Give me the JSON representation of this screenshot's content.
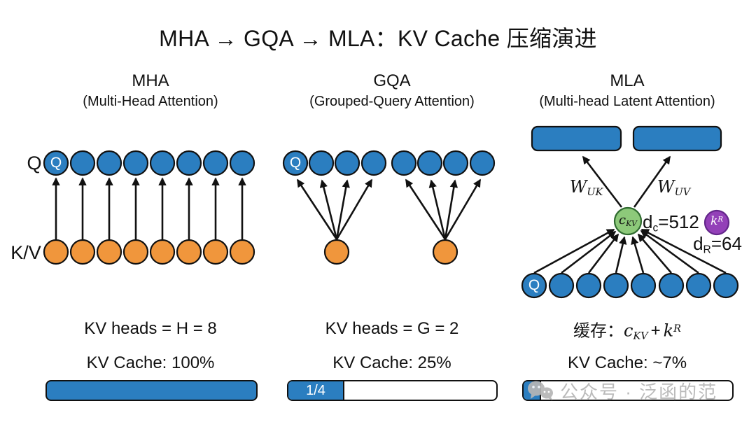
{
  "title": "MHA → GQA → MLA：KV Cache 压缩演进",
  "columns": {
    "mha": {
      "name": "MHA",
      "subtitle": "(Multi-Head Attention)",
      "q_axis_label": "Q",
      "kv_axis_label": "K/V",
      "first_head_label": "Q",
      "kv_heads_text": "KV heads = H = 8",
      "kv_cache_text": "KV Cache: 100%",
      "bar_fill_fraction": 1.0
    },
    "gqa": {
      "name": "GQA",
      "subtitle": "(Grouped-Query Attention)",
      "first_head_label": "Q",
      "kv_heads_text": "KV heads = G = 2",
      "kv_cache_text": "KV Cache: 25%",
      "bar_fill_fraction": 0.26,
      "bar_fill_label": "1/4"
    },
    "mla": {
      "name": "MLA",
      "subtitle": "(Multi-head Latent Attention)",
      "first_head_label": "Q",
      "w_uk": {
        "base": "W",
        "sub": "UK"
      },
      "w_uv": {
        "base": "W",
        "sub": "UV"
      },
      "c_kv": {
        "base": "c",
        "sub": "KV"
      },
      "d_c": {
        "base": "d",
        "sub": "c",
        "value": "=512"
      },
      "k_r": {
        "base": "k",
        "sup": "R"
      },
      "d_r": {
        "base": "d",
        "sub": "R",
        "value": "=64"
      },
      "cache_label": {
        "prefix": "缓存：",
        "c_base": "c",
        "c_sub": "KV",
        "plus": "+",
        "k_base": "k",
        "k_sup": "R"
      },
      "kv_cache_text": "KV Cache: ~7%",
      "bar_fill_fraction": 0.07
    }
  },
  "structure": {
    "mha": {
      "q_heads": 8,
      "kv_heads": 8
    },
    "gqa": {
      "q_heads": 8,
      "kv_heads": 2,
      "heads_per_group": 4
    },
    "mla": {
      "q_heads": 8,
      "latent_vectors": 1,
      "rope_key_vectors": 1
    }
  },
  "watermark": {
    "text": "公众号 · 泛函的范"
  },
  "colors": {
    "head_blue": "#2b7ec0",
    "kv_orange": "#f0963c",
    "latent_green": "#8dc97a",
    "rope_purple": "#9340b8",
    "outline": "#111111",
    "watermark_gray": "#b6b6b6"
  }
}
